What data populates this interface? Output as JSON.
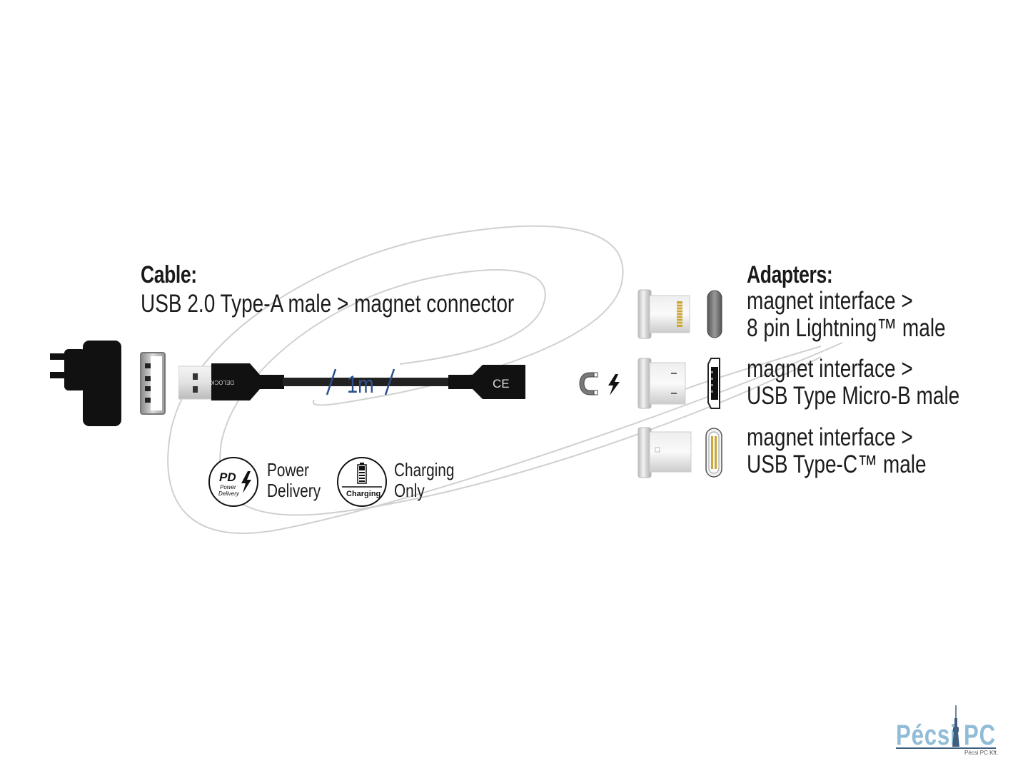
{
  "cable_section": {
    "heading": "Cable:",
    "description": "USB 2.0 Type-A male > magnet connector",
    "length_label": "1m",
    "brand_mark": "DELOCK",
    "cert_mark": "CE"
  },
  "features": [
    {
      "icon": "power-delivery-icon",
      "badge_title": "PD",
      "badge_sub1": "Power",
      "badge_sub2": "Delivery",
      "label_line1": "Power",
      "label_line2": "Delivery"
    },
    {
      "icon": "charging-only-icon",
      "badge_caption": "Charging",
      "label_line1": "Charging",
      "label_line2": "Only"
    }
  ],
  "adapters_section": {
    "heading": "Adapters:",
    "items": [
      {
        "line1": "magnet interface >",
        "line2": "8 pin Lightning™ male",
        "connector": "lightning"
      },
      {
        "line1": "magnet interface >",
        "line2": "USB Type Micro-B male",
        "connector": "micro-b"
      },
      {
        "line1": "magnet interface >",
        "line2": "USB Type-C™ male",
        "connector": "type-c"
      }
    ]
  },
  "logo": {
    "name_left": "Pécsi",
    "name_right": "PC",
    "subtitle": "Pécsi PC Kft."
  },
  "colors": {
    "length_accent": "#2c4f8c",
    "logo_blue": "#8fbcd6",
    "logo_tower": "#3f5f80",
    "cable_black": "#111111",
    "background_cable": "#d4d4d4"
  }
}
